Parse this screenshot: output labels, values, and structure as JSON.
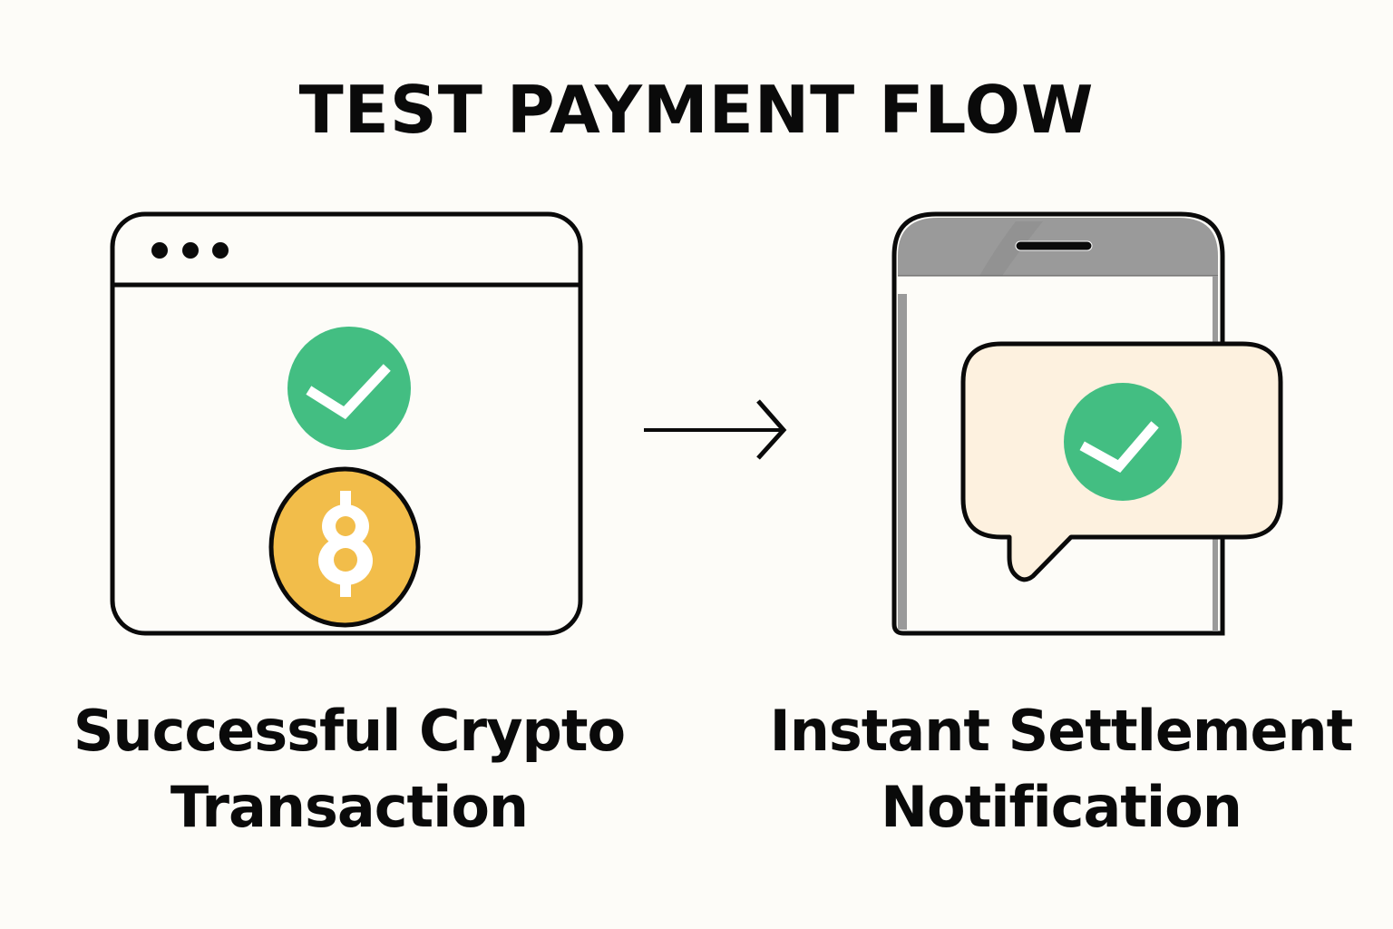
{
  "title": "TEST PAYMENT FLOW",
  "left_panel": {
    "caption_line1": "Successful Crypto",
    "caption_line2": "Transaction",
    "illustration": "browser-window",
    "window_dots": 3,
    "icons": [
      "check-circle-icon",
      "crypto-coin-icon"
    ],
    "coin_symbol": "฿"
  },
  "arrow": {
    "icon": "arrow-right-icon"
  },
  "right_panel": {
    "caption_line1": "Instant Settlement",
    "caption_line2": "Notification",
    "illustration": "smartphone",
    "icons": [
      "speech-bubble-icon",
      "check-circle-icon"
    ]
  },
  "colors": {
    "background": "#fdfcf8",
    "outline": "#0a0a0a",
    "success_green": "#43be82",
    "coin_gold": "#f2bd4a",
    "bubble_fill": "#fdf1df",
    "phone_gray": "#9a9a9a"
  }
}
